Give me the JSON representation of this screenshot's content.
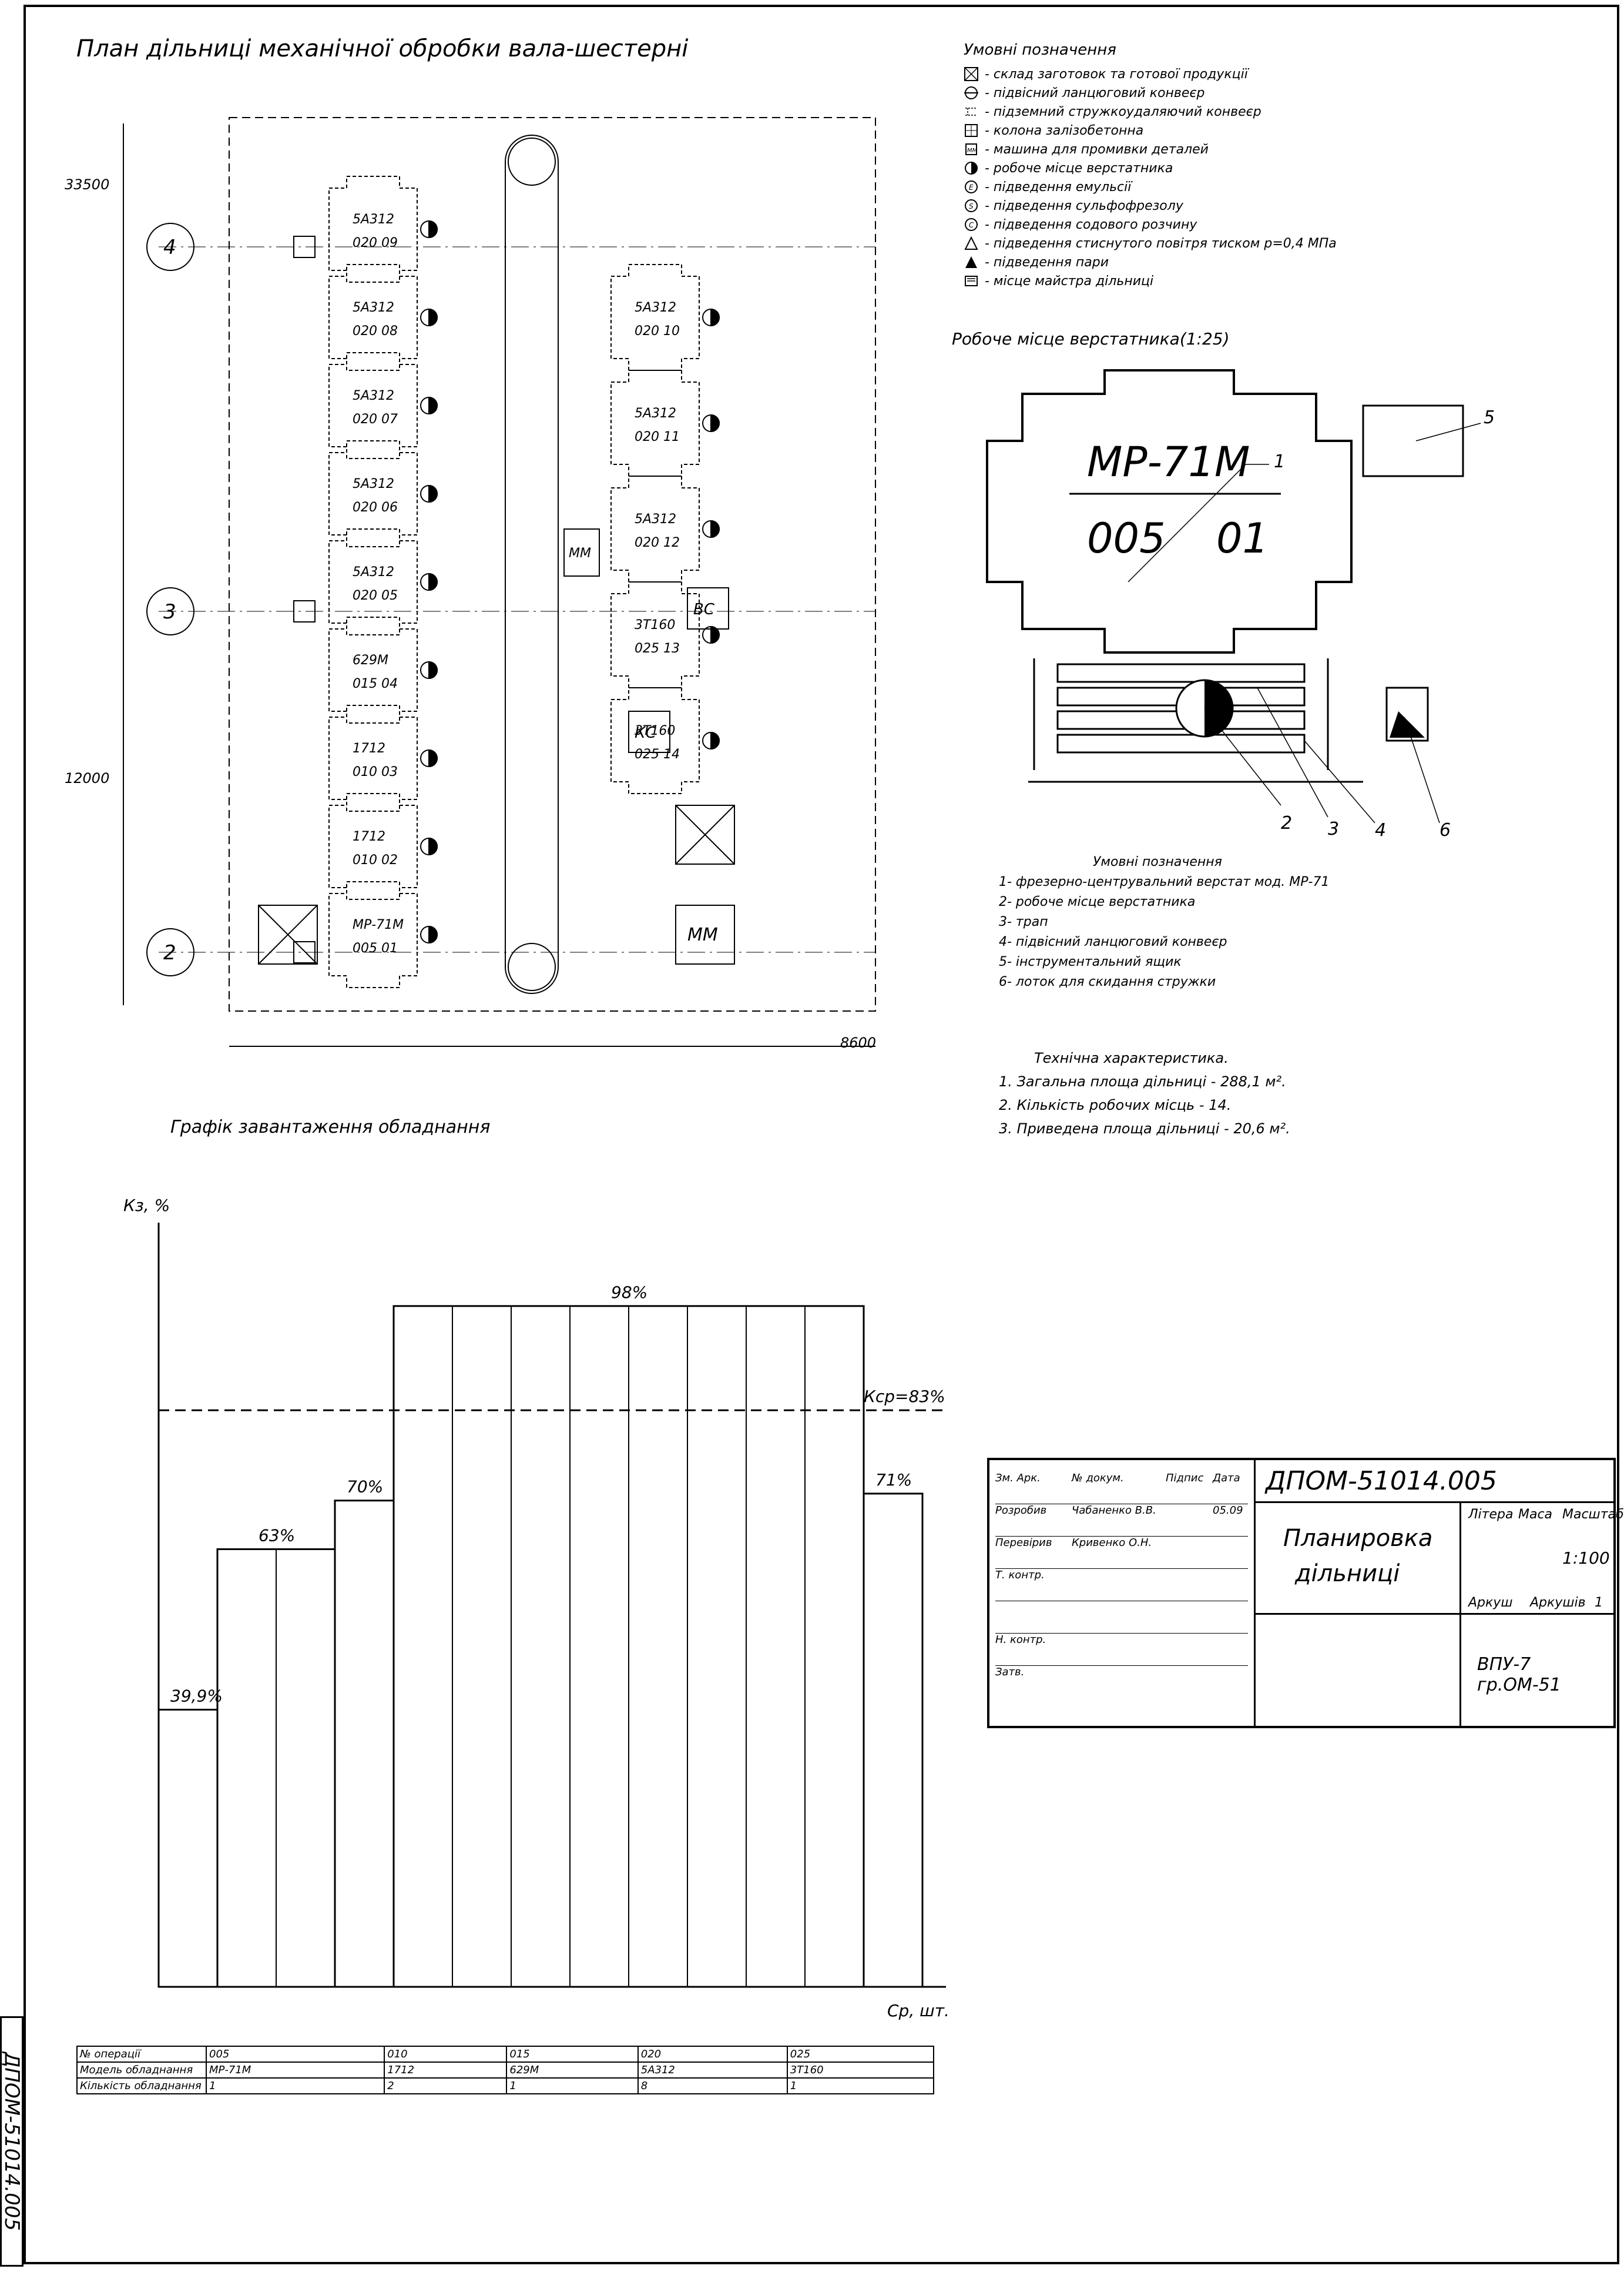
{
  "drawing_code": "ДПОМ-51014.005",
  "plan": {
    "title": "План дільниці механічної обробки вала-шестерні",
    "dim_total": "33500",
    "dim_span": "12000",
    "dim_width": "8600",
    "axes": [
      "2",
      "3",
      "4"
    ],
    "machines_top": [
      {
        "model": "МР-71М",
        "op": "005",
        "n": "01"
      },
      {
        "model": "1712",
        "op": "010",
        "n": "02"
      },
      {
        "model": "1712",
        "op": "010",
        "n": "03"
      },
      {
        "model": "629М",
        "op": "015",
        "n": "04"
      },
      {
        "model": "5А312",
        "op": "020",
        "n": "05"
      },
      {
        "model": "5А312",
        "op": "020",
        "n": "06"
      },
      {
        "model": "5А312",
        "op": "020",
        "n": "07"
      },
      {
        "model": "5А312",
        "op": "020",
        "n": "08"
      },
      {
        "model": "5А312",
        "op": "020",
        "n": "09"
      }
    ],
    "machines_bottom": [
      {
        "model": "3Т160",
        "op": "025",
        "n": "14"
      },
      {
        "model": "3Т160",
        "op": "025",
        "n": "13"
      },
      {
        "model": "5А312",
        "op": "020",
        "n": "12"
      },
      {
        "model": "5А312",
        "op": "020",
        "n": "11"
      },
      {
        "model": "5А312",
        "op": "020",
        "n": "10"
      }
    ],
    "labels": {
      "mm": "ММ",
      "ks": "КС",
      "vs": "ВС",
      "mm2": "ММ"
    }
  },
  "legend": {
    "title": "Умовні позначення",
    "items": [
      "- склад заготовок та готової продукції",
      "- підвісний ланцюговий конвеєр",
      "- підземний стружкоудаляючий конвеєр",
      "- колона залізобетонна",
      "- машина для промивки деталей",
      "- робоче місце верстатника",
      "- підведення емульсії",
      "- підведення сульфофрезолу",
      "- підведення содового розчину",
      "- підведення стиснутого повітря тиском p=0,4 МПа",
      "- підведення пари",
      "- місце майстра дільниці"
    ]
  },
  "workplace": {
    "title": "Робоче місце верстатника(1:25)",
    "machine_model": "МР-71М",
    "op": "005",
    "n": "01",
    "callouts": [
      "1",
      "2",
      "3",
      "4",
      "5",
      "6"
    ],
    "legend_title": "Умовні позначення",
    "legend_items": [
      "1- фрезерно-центрувальний верстат мод. МР-71",
      "2- робоче місце верстатника",
      "3- трап",
      "4- підвісний ланцюговий конвеєр",
      "5- інструментальний ящик",
      "6- лоток для скидання стружки"
    ]
  },
  "tech": {
    "title": "Технічна характеристика.",
    "items": [
      "1. Загальна площа дільниці - 288,1 м².",
      "2. Кількість робочих місць - 14.",
      "3. Приведена площа дільниці - 20,6 м²."
    ]
  },
  "chart_data": {
    "type": "bar",
    "title": "Графік завантаження обладнання",
    "ylabel": "Кз, %",
    "xlabel": "Ср, шт.",
    "avg_label": "Кср=83%",
    "avg_value": 83,
    "ylim": [
      0,
      110
    ],
    "bars": [
      {
        "label": "39,9%",
        "value": 39.9,
        "width": 1
      },
      {
        "label": "63%",
        "value": 63,
        "width": 2
      },
      {
        "label": "70%",
        "value": 70,
        "width": 1
      },
      {
        "label": "98%",
        "value": 98,
        "width": 8
      },
      {
        "label": "71%",
        "value": 71,
        "width": 1
      }
    ]
  },
  "chart_table": {
    "row_headers": [
      "№ операції",
      "Модель обладнання",
      "Кількість обладнання"
    ],
    "columns": [
      {
        "op": "005",
        "model": "МР-71М",
        "count": "1"
      },
      {
        "op": "010",
        "model": "1712",
        "count": "2"
      },
      {
        "op": "015",
        "model": "629М",
        "count": "1"
      },
      {
        "op": "020",
        "model": "5А312",
        "count": "8"
      },
      {
        "op": "025",
        "model": "3Т160",
        "count": "1"
      }
    ]
  },
  "title_block": {
    "code": "ДПОМ-51014.005",
    "name1": "Планировка",
    "name2": "дільниці",
    "lit_label": "Літера",
    "mass_label": "Маса",
    "scale_label": "Масштаб",
    "scale": "1:100",
    "sheet_label": "Аркуш",
    "sheets_label": "Аркушів",
    "sheets": "1",
    "group": "ВПУ-7 гр.ОМ-51",
    "rows": [
      {
        "role": "Зм. Арк.",
        "name": "№ докум.",
        "sign": "Підпис",
        "date": "Дата"
      },
      {
        "role": "Розробив",
        "name": "Чабаненко В.В.",
        "sign": "",
        "date": "05.09"
      },
      {
        "role": "Перевірив",
        "name": "Кривенко О.Н.",
        "sign": "",
        "date": ""
      },
      {
        "role": "Т. контр.",
        "name": "",
        "sign": "",
        "date": ""
      },
      {
        "role": "",
        "name": "",
        "sign": "",
        "date": ""
      },
      {
        "role": "Н. контр.",
        "name": "",
        "sign": "",
        "date": ""
      },
      {
        "role": "Затв.",
        "name": "",
        "sign": "",
        "date": ""
      }
    ]
  }
}
